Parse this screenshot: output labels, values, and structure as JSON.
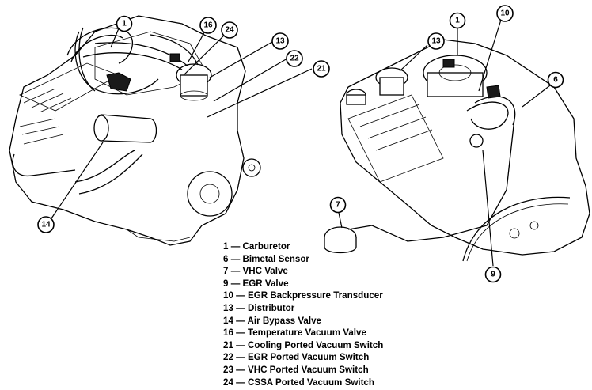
{
  "legend": [
    {
      "num": "1",
      "dash": "—",
      "label": "Carburetor"
    },
    {
      "num": "6",
      "dash": "—",
      "label": "Bimetal Sensor"
    },
    {
      "num": "7",
      "dash": "—",
      "label": "VHC Valve"
    },
    {
      "num": "9",
      "dash": "—",
      "label": "EGR Valve"
    },
    {
      "num": "10",
      "dash": "—",
      "label": "EGR Backpressure Transducer"
    },
    {
      "num": "13",
      "dash": "—",
      "label": "Distributor"
    },
    {
      "num": "14",
      "dash": "—",
      "label": "Air Bypass Valve"
    },
    {
      "num": "16",
      "dash": "—",
      "label": "Temperature Vacuum Valve"
    },
    {
      "num": "21",
      "dash": "—",
      "label": "Cooling Ported Vacuum Switch"
    },
    {
      "num": "22",
      "dash": "—",
      "label": "EGR Ported Vacuum Switch"
    },
    {
      "num": "23",
      "dash": "—",
      "label": "VHC Ported Vacuum Switch"
    },
    {
      "num": "24",
      "dash": "—",
      "label": "CSSA Ported Vacuum Switch"
    }
  ],
  "callouts_left": [
    "1",
    "16",
    "24",
    "13",
    "22",
    "21",
    "14"
  ],
  "callouts_right": [
    "13",
    "1",
    "10",
    "6",
    "7",
    "9"
  ]
}
